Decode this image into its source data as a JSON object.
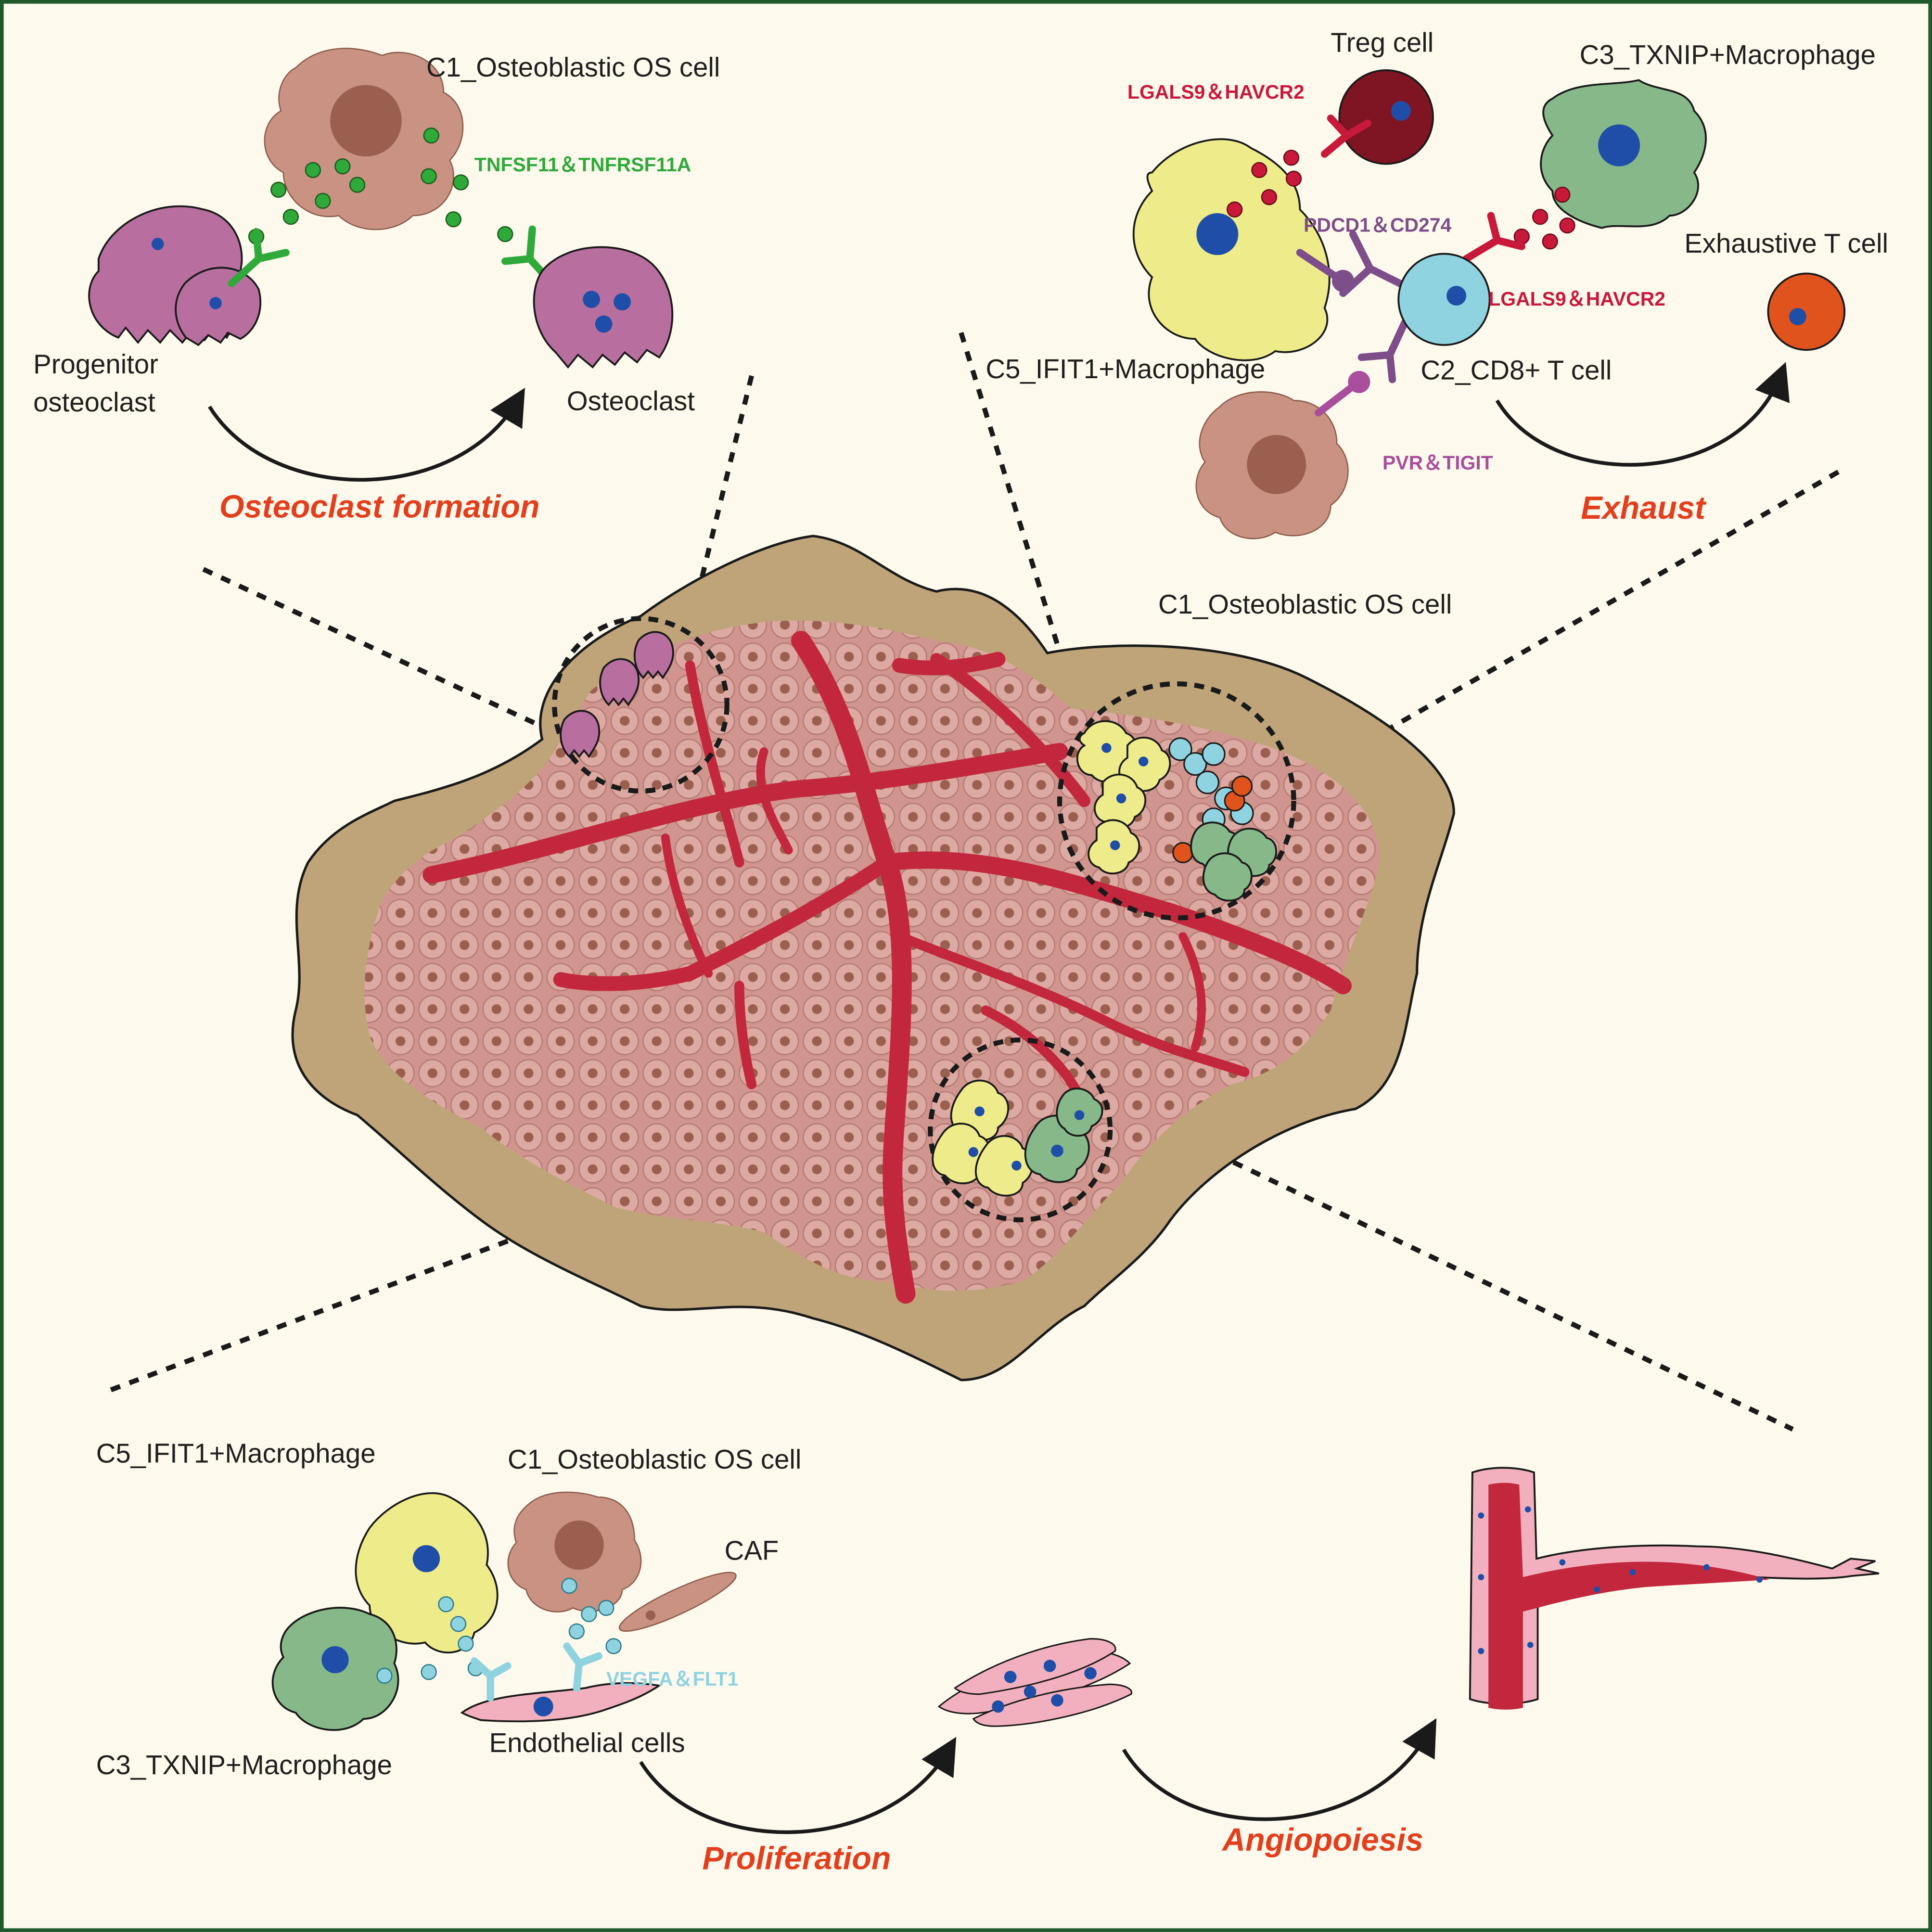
{
  "panels": {
    "osteoclast": {
      "os_cell": "C1_Osteoblastic OS cell",
      "progenitor_line1": "Progenitor",
      "progenitor_line2": "osteoclast",
      "osteoclast": "Osteoclast",
      "ligand_pair": "TNFSF11＆TNFRSF11A",
      "process": "Osteoclast formation"
    },
    "exhaust": {
      "treg": "Treg cell",
      "macrophage_c3": "C3_TXNIP+Macrophage",
      "exhaustive_t": "Exhaustive T cell",
      "macrophage_c5": "C5_IFIT1+Macrophage",
      "cd8": "C2_CD8+ T cell",
      "pair_lgals_top": "LGALS9＆HAVCR2",
      "pair_lgals_right": "LGALS9＆HAVCR2",
      "pair_pdcd1": "PDCD1＆CD274",
      "pair_pvr": "PVR＆TIGIT",
      "process": "Exhaust"
    },
    "center": {
      "os_cell": "C1_Osteoblastic OS cell"
    },
    "angio": {
      "macrophage_c5": "C5_IFIT1+Macrophage",
      "os_cell": "C1_Osteoblastic OS cell",
      "caf": "CAF",
      "ligand_pair": "VEGFA＆FLT1",
      "macrophage_c3": "C3_TXNIP+Macrophage",
      "endothelial": "Endothelial cells",
      "process_proliferation": "Proliferation",
      "process_angiopoiesis": "Angiopoiesis"
    }
  },
  "colors": {
    "background": "#fdf9ec",
    "frame": "#1e5a2c",
    "os_cell": "#c99283",
    "os_nucleus": "#9b5f4f",
    "osteoclast": "#b86fa0",
    "green_ligand": "#2ea93a",
    "treg": "#7f1522",
    "macrophage_c3": "#86b88a",
    "macrophage_c5": "#eeec8a",
    "cd8": "#8fd3e0",
    "exhaustive_t": "#e0531c",
    "red_ligand": "#c8193a",
    "purple_receptor": "#7d4e8a",
    "pvr": "#a84e9c",
    "vessel": "#c2273d",
    "tumor_matrix": "#bfa47a",
    "tumor_cell": "#d7a09a",
    "endothelial": "#f2b0be",
    "nucleus": "#1f4ea8",
    "process_text": "#e23f1e"
  },
  "icons": [
    "osteoblastic-os-cell-icon",
    "osteoclast-icon",
    "receptor-icon",
    "macrophage-icon",
    "t-cell-icon",
    "blood-vessel-icon",
    "curved-arrow-icon"
  ]
}
